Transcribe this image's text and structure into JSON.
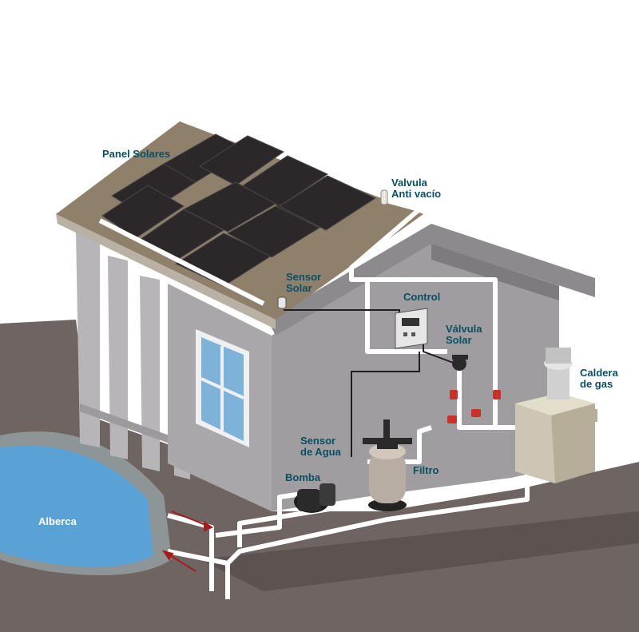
{
  "labels": {
    "panel_solares": "Panel  Solares",
    "valvula_anti_vacio": [
      "Valvula",
      "Anti vacío"
    ],
    "sensor_solar": [
      "Sensor",
      "Solar"
    ],
    "control": "Control",
    "valvula_solar": [
      "Válvula",
      "Solar"
    ],
    "caldera_de_gas": [
      "Caldera",
      "de gas"
    ],
    "sensor_de_agua": [
      "Sensor",
      "de Agua"
    ],
    "bomba": "Bomba",
    "filtro": "Filtro",
    "alberca": "Alberca"
  },
  "colors": {
    "label_text": "#0a4f63",
    "alberca_text": "#ffffff",
    "pool_water": "#5aa1d6",
    "ground": "#6e6462",
    "wall": "#a9a7a9",
    "roof_edge": "#8c8a8d",
    "roof_deck": "#8f806c",
    "solar_panel": "#2c282a",
    "pipe": "#ffffff",
    "valve_red": "#c9322c"
  },
  "icons": [
    "solar-panel-icon",
    "vacuum-valve-icon",
    "sensor-icon",
    "controller-icon",
    "three-way-valve-icon",
    "heater-icon",
    "pump-icon",
    "sand-filter-icon",
    "flow-arrow-icon",
    "window-icon"
  ]
}
